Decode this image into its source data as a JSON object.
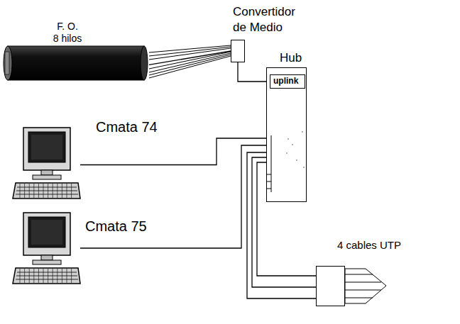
{
  "diagram": {
    "nodes": [
      {
        "text": [
          "F. O.",
          "8 hilos"
        ]
      },
      {
        "text": [
          "Convertidor de Medio"
        ]
      },
      {
        "text": [
          "Hub"
        ]
      },
      {
        "text": [
          "uplink"
        ],
        "in": 2
      },
      {
        "text": [
          "Cmata 74"
        ]
      },
      {
        "text": [
          "Cmata 75"
        ]
      },
      {
        "text": [
          "4 cables UTP"
        ]
      }
    ],
    "edges": [
      {
        "from": 0,
        "to": 1,
        "arrow": "none"
      },
      {
        "from": 1,
        "to": 3,
        "arrow": "none"
      },
      {
        "from": 4,
        "to": 2,
        "arrow": "none"
      },
      {
        "from": 5,
        "to": 2,
        "arrow": "none"
      },
      {
        "from": 2,
        "to": 6,
        "arrow": "none"
      },
      {
        "from": 2,
        "to": 6,
        "arrow": "none"
      },
      {
        "from": 2,
        "to": 6,
        "arrow": "none"
      }
    ]
  }
}
